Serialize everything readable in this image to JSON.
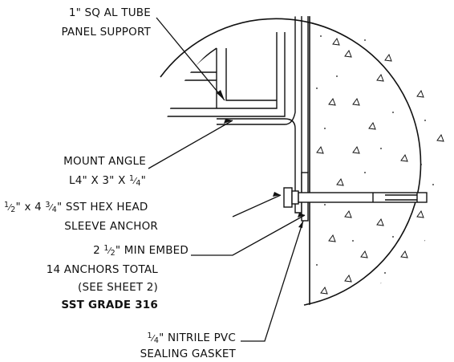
{
  "callouts": {
    "tube": {
      "line1": "1\" SQ AL TUBE",
      "line2": "PANEL SUPPORT"
    },
    "angle": {
      "line1": "MOUNT ANGLE",
      "line2_pre": "L4\" X 3\" X ",
      "line2_frac_n": "1",
      "line2_frac_d": "4",
      "line2_post": "\""
    },
    "anchor": {
      "line1_frac_n": "1",
      "line1_frac_d": "2",
      "line1_mid": "\" x 4 ",
      "line1_frac2_n": "3",
      "line1_frac2_d": "4",
      "line1_post": "\" SST HEX HEAD",
      "line2": "SLEEVE ANCHOR",
      "line3_pre": "2 ",
      "line3_frac_n": "1",
      "line3_frac_d": "2",
      "line3_post": "\" MIN EMBED",
      "line4": "14 ANCHORS TOTAL",
      "line5": "(SEE SHEET 2)",
      "line6": "SST GRADE 316"
    },
    "gasket": {
      "line1_frac_n": "1",
      "line1_frac_d": "4",
      "line1_post": "\" NITRILE PVC",
      "line2": "SEALING GASKET"
    }
  },
  "colors": {
    "line": "#111111",
    "background": "#ffffff"
  }
}
